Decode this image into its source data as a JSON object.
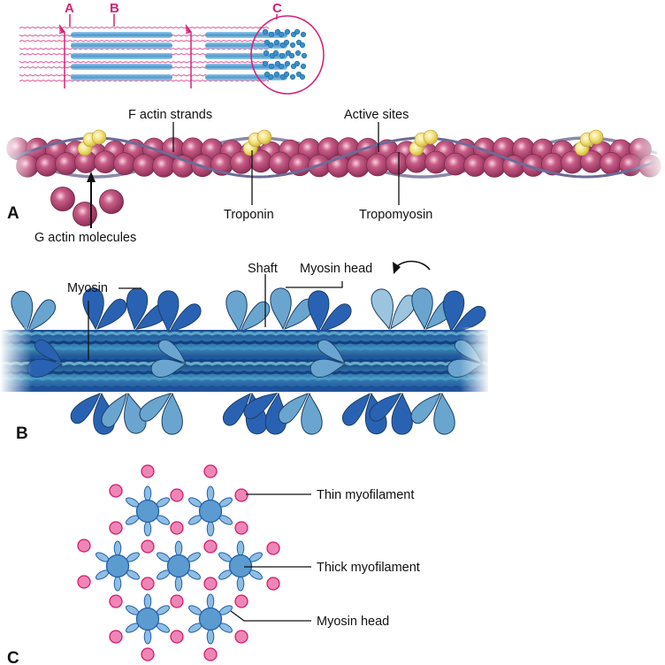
{
  "figure": {
    "overview": {
      "labels": [
        "A",
        "B",
        "C"
      ],
      "label_color": "#d4237a"
    },
    "panel_a": {
      "panel_letter": "A",
      "labels": {
        "f_actin": "F actin strands",
        "active_sites": "Active sites",
        "troponin": "Troponin",
        "tropomyosin": "Tropomyosin",
        "g_actin": "G actin molecules"
      },
      "colors": {
        "actin": "#b8456f",
        "troponin": "#f1dc6b",
        "tropomyosin": "#6d6a96"
      }
    },
    "panel_b": {
      "panel_letter": "B",
      "labels": {
        "myosin": "Myosin",
        "shaft": "Shaft",
        "myosin_head": "Myosin head"
      },
      "colors": {
        "dark_head": "#2a62b3",
        "light_head": "#6aa5cf",
        "shaft": "#234f8c"
      }
    },
    "panel_c": {
      "panel_letter": "C",
      "labels": {
        "thin": "Thin myofilament",
        "thick": "Thick myofilament",
        "myosin_head": "Myosin head"
      },
      "thick_filament_count": 7,
      "thin_filament_count": 24,
      "colors": {
        "thick": "#5b9bd0",
        "thick_stroke": "#1f5fa8",
        "thin": "#ee86b5",
        "thin_stroke": "#d41b6e"
      }
    }
  }
}
